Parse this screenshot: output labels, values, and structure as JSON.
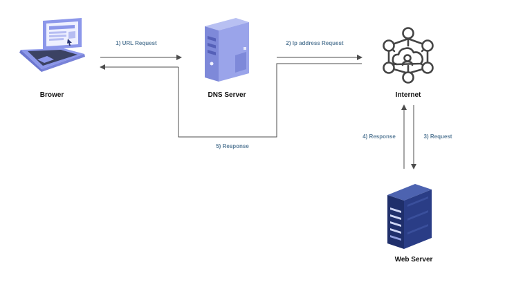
{
  "nodes": {
    "browser": {
      "label": "Brower",
      "icon": "laptop-icon"
    },
    "dns": {
      "label": "DNS Server",
      "icon": "server-tower-icon"
    },
    "internet": {
      "label": "Internet",
      "icon": "network-cloud-icon"
    },
    "web": {
      "label": "Web Server",
      "icon": "rack-server-icon"
    }
  },
  "edges": {
    "url_request": "1)  URL Request",
    "ip_request": "2) Ip address Request",
    "request": "3) Request",
    "response_web": "4) Response",
    "response_dns": "5) Response"
  },
  "colors": {
    "edge_label": "#5a7d99",
    "line": "#4d4d4d",
    "icon_periwinkle": "#8c97ea",
    "icon_navy": "#1f2f6b",
    "icon_dark": "#444444"
  }
}
